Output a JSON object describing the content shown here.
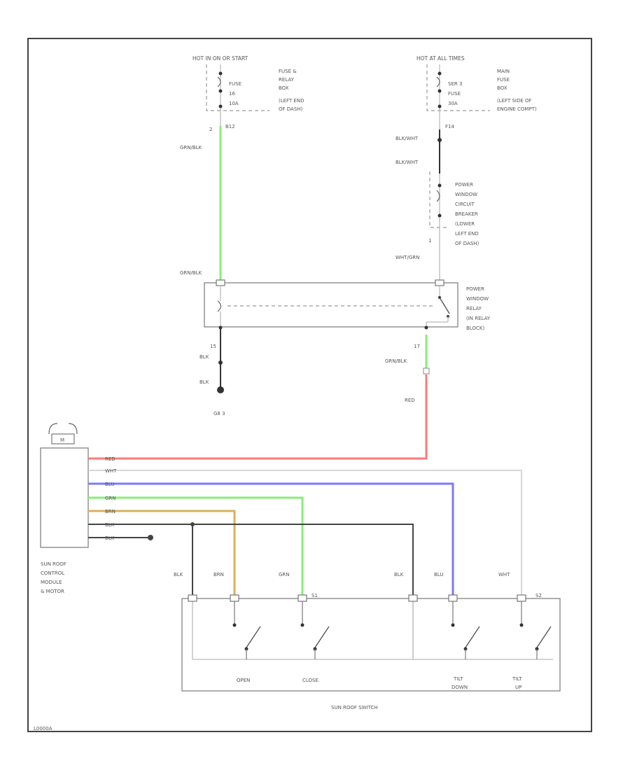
{
  "colors": {
    "red": "#ff7a7a",
    "wht": "#cccccc",
    "blu": "#7a7aff",
    "grn": "#88ee77",
    "brn": "#d8b25a",
    "blk": "#444444"
  },
  "labels": {
    "hot_run_start": "HOT IN ON OR START",
    "fuse_relay_box": [
      "FUSE &",
      "RELAY",
      "BOX",
      "(LEFT END",
      "OF DASH)"
    ],
    "fuse_16": [
      "FUSE",
      "16",
      "10A"
    ],
    "hot_at_all_times": "HOT AT ALL TIMES",
    "main_fuse_box": [
      "MAIN",
      "FUSE",
      "BOX",
      "(LEFT SIDE OF",
      "ENGINE COMPT)"
    ],
    "fuse_3": [
      "SER 3",
      "FUSE",
      "30A"
    ],
    "pin_2": "2",
    "conn_b12": "B12",
    "conn_f14": "F14",
    "wire_grn_blk_1": "GRN/BLK",
    "wire_blk_wht_1": "BLK/WHT",
    "wire_blk_wht_2": "BLK/WHT",
    "cb_label": [
      "POWER",
      "WINDOW",
      "CIRCUIT",
      "BREAKER",
      "(LOWER",
      "LEFT END",
      "OF DASH)"
    ],
    "pin_1": "1",
    "wire_wht_grn": "WHT/GRN",
    "wire_grn_blk_2": "GRN/BLK",
    "relay_label": [
      "POWER",
      "WINDOW",
      "RELAY",
      "(IN RELAY",
      "BLOCK)"
    ],
    "pin_15": "15",
    "pin_17": "17",
    "wire_blk_1": "BLK",
    "wire_blk_2": "BLK",
    "wire_grn_blk_3": "GRN/BLK",
    "ground": "G8 3",
    "wire_red_vert": "RED",
    "motor": "M",
    "harness": [
      "RED",
      "WHT",
      "BLU",
      "GRN",
      "BRN",
      "BLK",
      "BLK"
    ],
    "module_label": [
      "SUN ROOF",
      "CONTROL",
      "MODULE",
      "& MOTOR"
    ],
    "sw_blk_1": "BLK",
    "sw_brn": "BRN",
    "sw_grn": "GRN",
    "conn_s1": "S1",
    "sw_blk_2": "BLK",
    "sw_blu": "BLU",
    "sw_wht": "WHT",
    "conn_s2": "S2",
    "open": "OPEN",
    "close": "CLOSE",
    "tilt_down": [
      "TILT",
      "DOWN"
    ],
    "tilt_up": [
      "TILT",
      "UP"
    ],
    "switch_label": "SUN ROOF SWITCH",
    "diagram_code": "L0000A"
  }
}
